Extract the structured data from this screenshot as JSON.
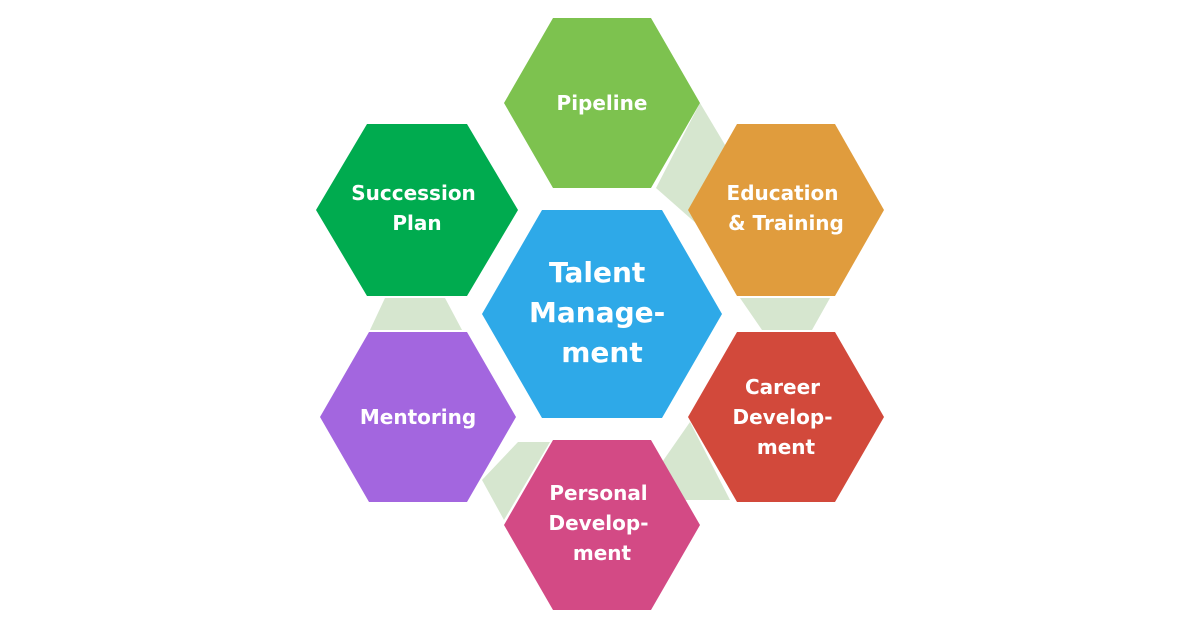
{
  "diagram": {
    "title": "Talent Management",
    "center": {
      "lines": [
        "Talent",
        "Manage-",
        "ment"
      ],
      "color": "#2EA9E8"
    },
    "connector_color": "#D6E6CF",
    "nodes": [
      {
        "id": "pipeline",
        "lines": [
          "Pipeline"
        ],
        "color": "#7DC24F"
      },
      {
        "id": "education-training",
        "lines": [
          "Education",
          "& Training"
        ],
        "color": "#E09C3D"
      },
      {
        "id": "career-development",
        "lines": [
          "Career",
          "Develop-",
          "ment"
        ],
        "color": "#D2493B"
      },
      {
        "id": "personal-development",
        "lines": [
          "Personal",
          "Develop-",
          "ment"
        ],
        "color": "#D34A85"
      },
      {
        "id": "mentoring",
        "lines": [
          "Mentoring"
        ],
        "color": "#A366DF"
      },
      {
        "id": "succession-plan",
        "lines": [
          "Succession",
          "Plan"
        ],
        "color": "#00AB4F"
      }
    ]
  }
}
